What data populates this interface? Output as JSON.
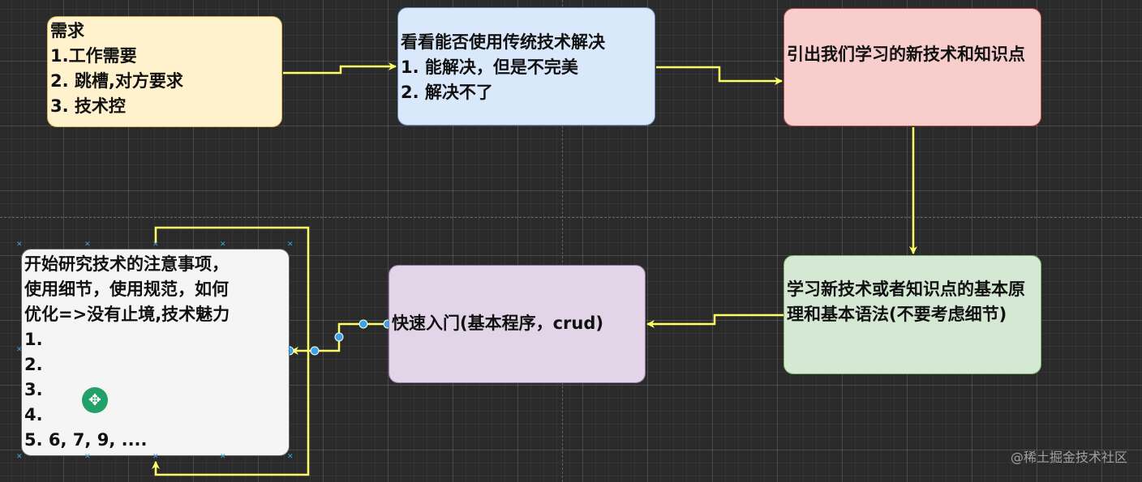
{
  "nodes": {
    "requirement": {
      "lines": [
        "需求",
        "1.工作需要",
        "2. 跳槽,对方要求",
        "3. 技术控"
      ]
    },
    "traditional": {
      "lines": [
        "看看能否使用传统技术解决",
        "1. 能解决，但是不完美",
        "2. 解决不了"
      ]
    },
    "introduce": {
      "lines": [
        "引出我们学习的新技术和知识点"
      ]
    },
    "learn_basics": {
      "lines": [
        "学习新技术或者知识点的基本原理和基本语法(不要考虑细节)"
      ]
    },
    "quick_start": {
      "lines": [
        "快速入门(基本程序，crud)"
      ]
    },
    "research": {
      "lines": [
        "开始研究技术的注意事项，",
        "使用细节，使用规范，如何",
        "优化=>没有止境,技术魅力",
        "1.",
        "2.",
        "3.",
        "4.",
        "5. 6, 7, 9, ...."
      ]
    }
  },
  "colors": {
    "connector": "#ffff66",
    "selection": "#3da3e0",
    "move_handle": "#21a067"
  },
  "icons": {
    "move_handle": "move-cross-icon",
    "selection_handle": "selection-x-icon"
  },
  "watermark": "@稀土掘金技术社区"
}
